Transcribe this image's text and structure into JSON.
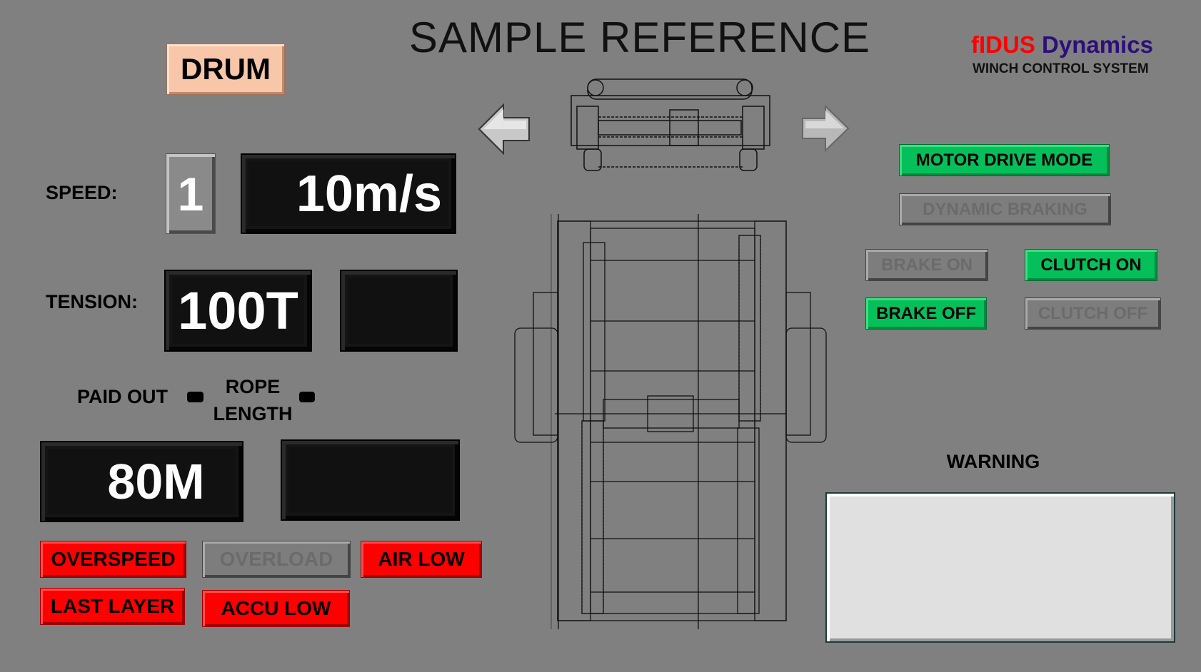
{
  "header": {
    "title": "SAMPLE REFERENCE",
    "brand_red": "fIDUS",
    "brand_purple": "Dynamics",
    "subtitle": "WINCH CONTROL SYSTEM"
  },
  "left": {
    "drum_label": "DRUM",
    "speed_label": "SPEED:",
    "speed_step": "1",
    "speed_value": "10m/s",
    "tension_label": "TENSION:",
    "tension_value": "100T",
    "tension_aux": "",
    "paid_out_label": "PAID OUT",
    "rope_length_label_1": "ROPE",
    "rope_length_label_2": "LENGTH",
    "paid_out_value": "80M",
    "rope_length_value": ""
  },
  "alarms": [
    {
      "label": "OVERSPEED",
      "active": true
    },
    {
      "label": "OVERLOAD",
      "active": false
    },
    {
      "label": "AIR LOW",
      "active": true
    },
    {
      "label": "LAST LAYER",
      "active": true
    },
    {
      "label": "ACCU LOW",
      "active": true
    }
  ],
  "modes": {
    "motor_drive": {
      "label": "MOTOR DRIVE MODE",
      "active": true
    },
    "dynamic_braking": {
      "label": "DYNAMIC BRAKING",
      "active": false
    },
    "brake_on": {
      "label": "BRAKE ON",
      "active": false
    },
    "clutch_on": {
      "label": "CLUTCH ON",
      "active": true
    },
    "brake_off": {
      "label": "BRAKE OFF",
      "active": true
    },
    "clutch_off": {
      "label": "CLUTCH OFF",
      "active": false
    }
  },
  "warning": {
    "label": "WARNING",
    "text": ""
  },
  "colors": {
    "background": "#808080",
    "alarm_red": "#ff0000",
    "active_green": "#05c05a",
    "brand_red": "#ff0000",
    "brand_purple": "#2e0f7a"
  }
}
